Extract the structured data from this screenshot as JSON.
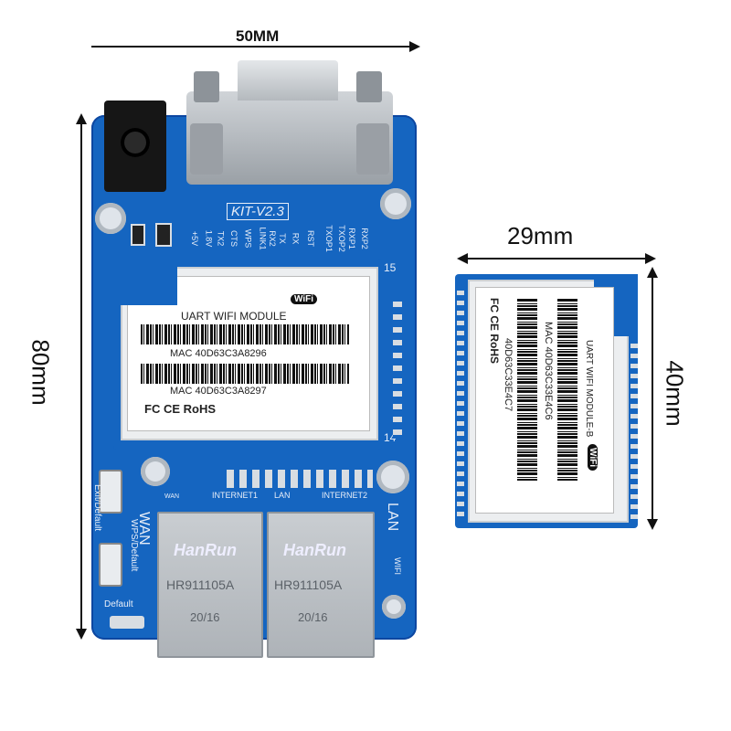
{
  "dimensions": {
    "top_width": "50MM",
    "left_height": "80mm",
    "module_width": "29mm",
    "module_height": "40mm"
  },
  "kit_board": {
    "version": "KIT-V2.3",
    "pin_labels": [
      "+5V",
      "1.8V",
      "TX2",
      "CTS",
      "WPS",
      "LINK1",
      "RX2",
      "TX",
      "RX",
      "RST",
      "TXOP1",
      "TXOP2",
      "RXP1",
      "RXP2"
    ],
    "pin_15": "15",
    "pin_14": "14",
    "led_group_labels": [
      "INTERNET1",
      "LAN",
      "INTERNET2"
    ],
    "button_labels": [
      "Exit/Default",
      "WPS/Default",
      "Default"
    ],
    "port_labels": [
      "WAN",
      "LAN"
    ],
    "wan_small": "WAN",
    "wifi_label": "WIFI",
    "rj45_brand": "HanRun",
    "rj45_model": "HR911105A",
    "rj45_code": "20/16"
  },
  "main_module": {
    "title": "UART WIFI MODULE",
    "mac1": "MAC  40D63C3A8296",
    "mac2": "MAC  40D63C3A8297",
    "cert": "FC CE RoHS",
    "wifi_badge": "WiFi"
  },
  "side_module": {
    "title": "UART WIFI MODULE-B",
    "mac1": "MAC  40D63C33E4C6",
    "mac2": "40D63C33E4C7",
    "cert": "FC CE RoHS",
    "wifi_badge": "WiFi"
  }
}
